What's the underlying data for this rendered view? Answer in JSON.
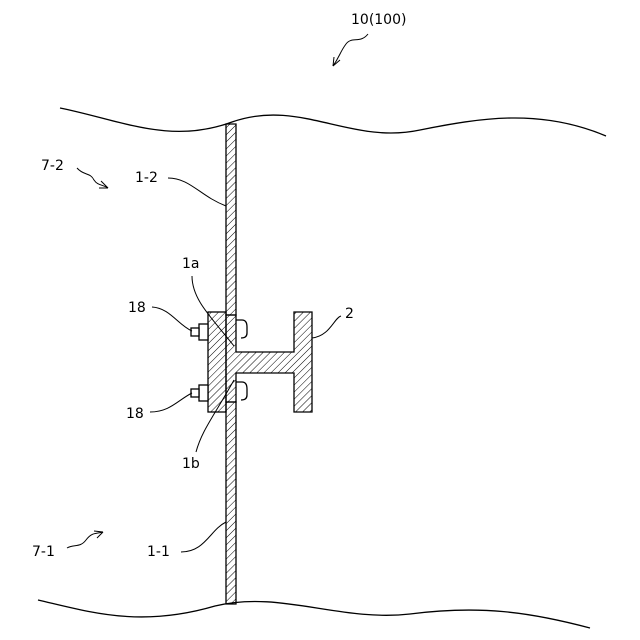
{
  "labels": {
    "assembly": "10(100)",
    "upper_unit": "7-2",
    "lower_unit": "7-1",
    "upper_plate": "1-2",
    "lower_plate": "1-1",
    "upper_end": "1a",
    "lower_end": "1b",
    "beam": "2",
    "bolt_upper": "18",
    "bolt_lower": "18"
  }
}
